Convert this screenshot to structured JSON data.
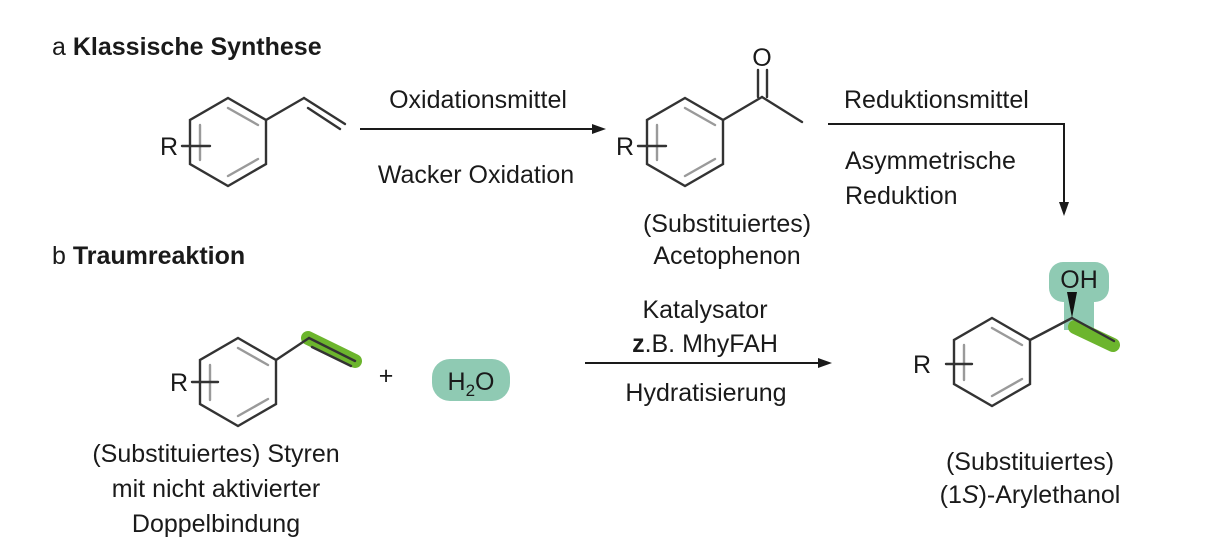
{
  "section_a": {
    "letter": "a",
    "title": "Klassische Synthese"
  },
  "section_b": {
    "letter": "b",
    "title": "Traumreaktion"
  },
  "reaction_a1": {
    "above": "Oxidationsmittel",
    "below": "Wacker Oxidation"
  },
  "reaction_a2": {
    "line1": "Reduktionsmittel",
    "line2": "Asymmetrische",
    "line3": "Reduktion"
  },
  "ketone": {
    "atom_o": "O",
    "substituent": "R",
    "caption_line1": "(Substituiertes)",
    "caption_line2": "Acetophenon"
  },
  "styrene_a": {
    "substituent": "R"
  },
  "styrene_b": {
    "substituent": "R",
    "caption_line1": "(Substituiertes) Styren",
    "caption_line2": "mit nicht aktivierter",
    "caption_line3": "Doppelbindung"
  },
  "plus": "+",
  "water": {
    "h": "H",
    "sub": "2",
    "o": "O"
  },
  "reaction_b": {
    "line1": "Katalysator",
    "line2_bold": "z",
    "line2_rest": ".B. MhyFAH",
    "below": "Hydratisierung"
  },
  "product": {
    "substituent": "R",
    "oh": "OH",
    "caption_line1": "(Substituiertes)",
    "caption_line2_a": "(1",
    "caption_line2_b": "S",
    "caption_line2_c": ")-Arylethanol"
  },
  "colors": {
    "green": "#6cb52d",
    "teal": "#8fcab3"
  }
}
